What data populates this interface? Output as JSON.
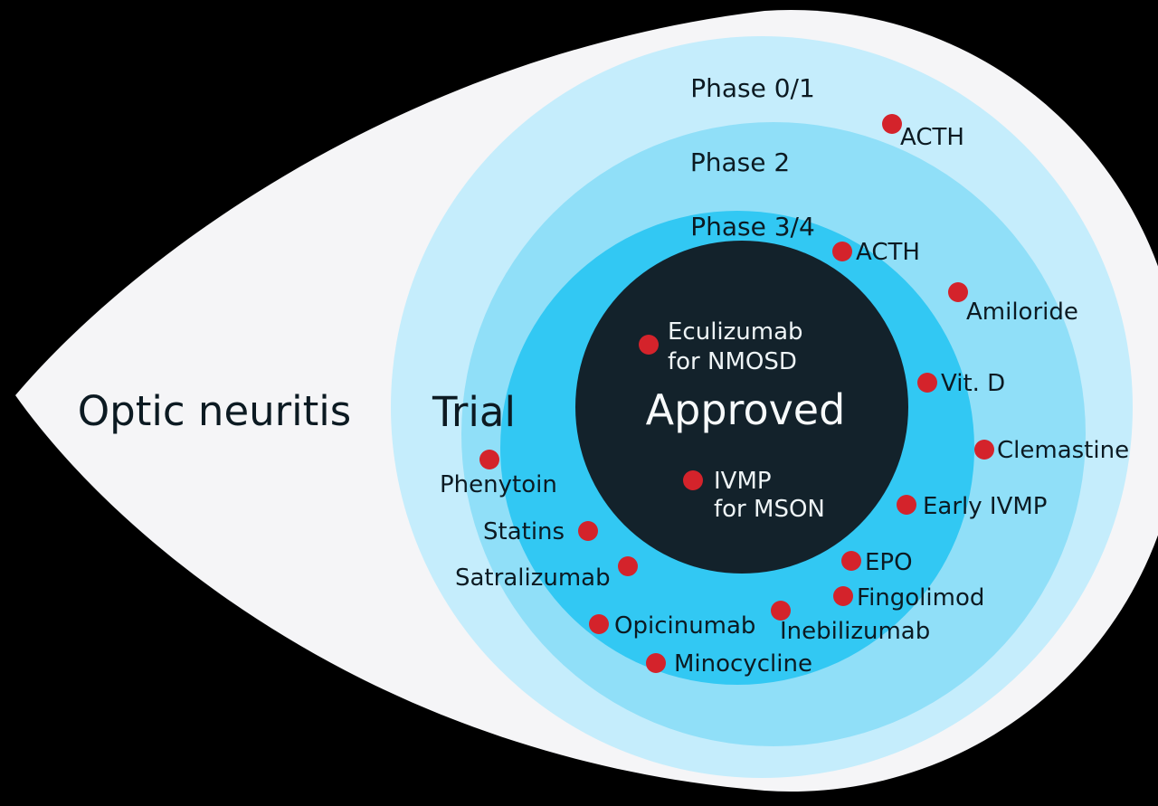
{
  "title": "Optic neuritis",
  "trial_label": "Trial",
  "colors": {
    "background": "#000000",
    "sclera": "#f5f5f7",
    "dot": "#d4232b",
    "text_dark": "#0c1a22",
    "text_light": "#eef4f6"
  },
  "rings": [
    {
      "label": "Phase 0/1",
      "color": "#c5edfc"
    },
    {
      "label": "Phase 2",
      "color": "#90dff8"
    },
    {
      "label": "Phase 3/4",
      "color": "#32c8f3"
    },
    {
      "label": "Approved",
      "color": "#13222b"
    }
  ],
  "drugs": [
    {
      "name": "ACTH",
      "phase": "Phase 0/1"
    },
    {
      "name": "ACTH",
      "phase": "Phase 3/4"
    },
    {
      "name": "Amiloride",
      "phase": "Phase 2"
    },
    {
      "name": "Vit. D",
      "phase": "Phase 3/4"
    },
    {
      "name": "Clemastine",
      "phase": "Phase 2"
    },
    {
      "name": "Early IVMP",
      "phase": "Phase 3/4"
    },
    {
      "name": "EPO",
      "phase": "Phase 3/4"
    },
    {
      "name": "Fingolimod",
      "phase": "Phase 3/4"
    },
    {
      "name": "Inebilizumab",
      "phase": "Phase 3/4"
    },
    {
      "name": "Minocycline",
      "phase": "Phase 3/4"
    },
    {
      "name": "Opicinumab",
      "phase": "Phase 3/4"
    },
    {
      "name": "Satralizumab",
      "phase": "Phase 3/4"
    },
    {
      "name": "Statins",
      "phase": "Phase 3/4"
    },
    {
      "name": "Phenytoin",
      "phase": "Phase 2"
    },
    {
      "name": "Eculizumab",
      "detail": "for NMOSD",
      "phase": "Approved"
    },
    {
      "name": "IVMP",
      "detail": "for MSON",
      "phase": "Approved"
    }
  ]
}
